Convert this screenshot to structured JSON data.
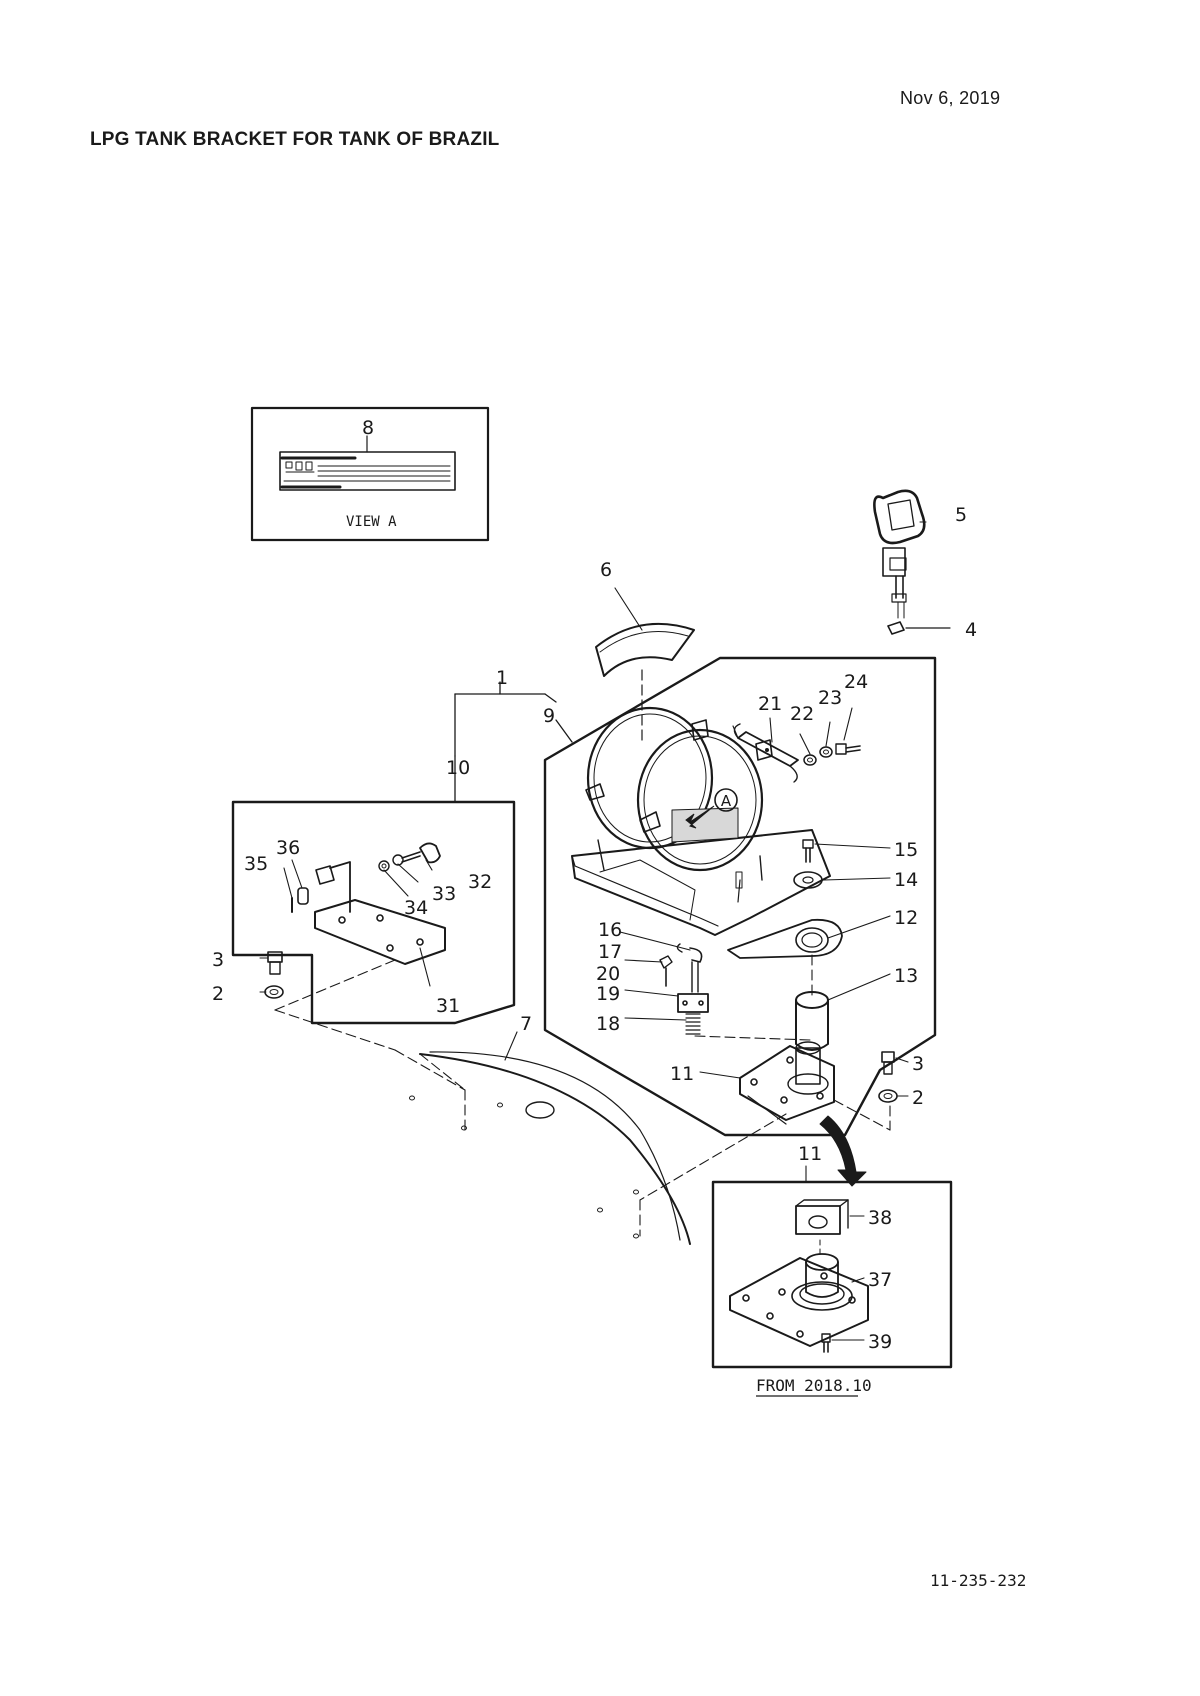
{
  "header": {
    "date": "Nov 6, 2019",
    "title": "LPG TANK BRACKET  FOR TANK OF BRAZIL"
  },
  "footer": {
    "document_number": "11-235-232"
  },
  "view_a": {
    "label": "VIEW A",
    "part_number": "8"
  },
  "detail_box": {
    "caption": "FROM 2018.10"
  },
  "marker": "A",
  "parts": [
    "1",
    "2",
    "3",
    "4",
    "5",
    "6",
    "7",
    "8",
    "9",
    "10",
    "11",
    "12",
    "13",
    "14",
    "15",
    "16",
    "17",
    "18",
    "19",
    "20",
    "21",
    "22",
    "23",
    "24",
    "31",
    "32",
    "33",
    "34",
    "35",
    "36",
    "37",
    "38",
    "39"
  ],
  "callouts": {
    "p1": "1",
    "p2a": "2",
    "p2b": "2",
    "p3a": "3",
    "p3b": "3",
    "p4": "4",
    "p5": "5",
    "p6": "6",
    "p7": "7",
    "p9": "9",
    "p10": "10",
    "p11a": "11",
    "p11b": "11",
    "p12": "12",
    "p13": "13",
    "p14": "14",
    "p15": "15",
    "p16": "16",
    "p17": "17",
    "p18": "18",
    "p19": "19",
    "p20": "20",
    "p21": "21",
    "p22": "22",
    "p23": "23",
    "p24": "24",
    "p31": "31",
    "p32": "32",
    "p33": "33",
    "p34": "34",
    "p35": "35",
    "p36": "36",
    "p37": "37",
    "p38": "38",
    "p39": "39"
  }
}
